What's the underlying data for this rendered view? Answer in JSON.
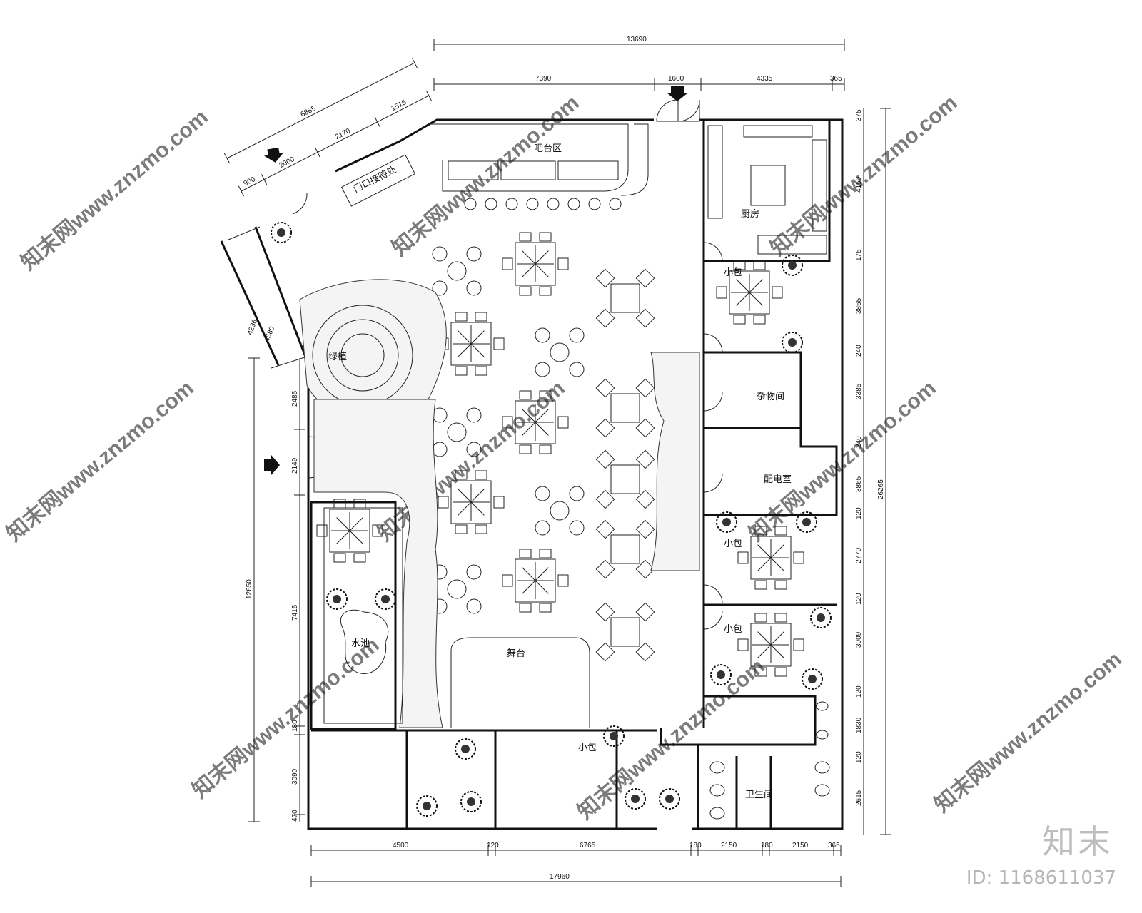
{
  "dimensions": {
    "top_total": "13690",
    "top_segments": [
      "7390",
      "1600",
      "4335",
      "365"
    ],
    "angled_segments": [
      "6885",
      "900",
      "2000",
      "2170",
      "1515"
    ],
    "angled_side": "4236",
    "angled_side_inner": "4580",
    "left_total": "12650",
    "left_segments": [
      "2485",
      "2149",
      "7415",
      "180",
      "3090",
      "470"
    ],
    "right_total": "26265",
    "right_segments": [
      "375",
      "4150",
      "175",
      "3865",
      "240",
      "3385",
      "240",
      "3865",
      "120",
      "2770",
      "120",
      "3009",
      "120",
      "1830",
      "120",
      "2615"
    ],
    "bottom_total": "17960",
    "bottom_segments": [
      "4500",
      "120",
      "6765",
      "180",
      "2150",
      "180",
      "2150",
      "365"
    ]
  },
  "rooms": {
    "bar_area": "吧台区",
    "kitchen": "厨房",
    "private_room": "小包",
    "storage": "杂物间",
    "power_room": "配电室",
    "stage": "舞台",
    "toilet": "卫生间",
    "pool": "水池",
    "green": "绿植",
    "entrance": "门口接待处"
  },
  "icons": {
    "entry_arrow": "entry-arrow-icon",
    "bar_stool": "bar-stool-icon",
    "dining_table": "dining-table-icon",
    "plant": "plant-icon",
    "toilet": "toilet-icon"
  },
  "watermark": {
    "text": "知末网www.znzmo.com",
    "brand": "知末",
    "id_label": "ID: 1168611037"
  },
  "colors": {
    "line": "#111111",
    "watermark": "#d0d0d0"
  }
}
